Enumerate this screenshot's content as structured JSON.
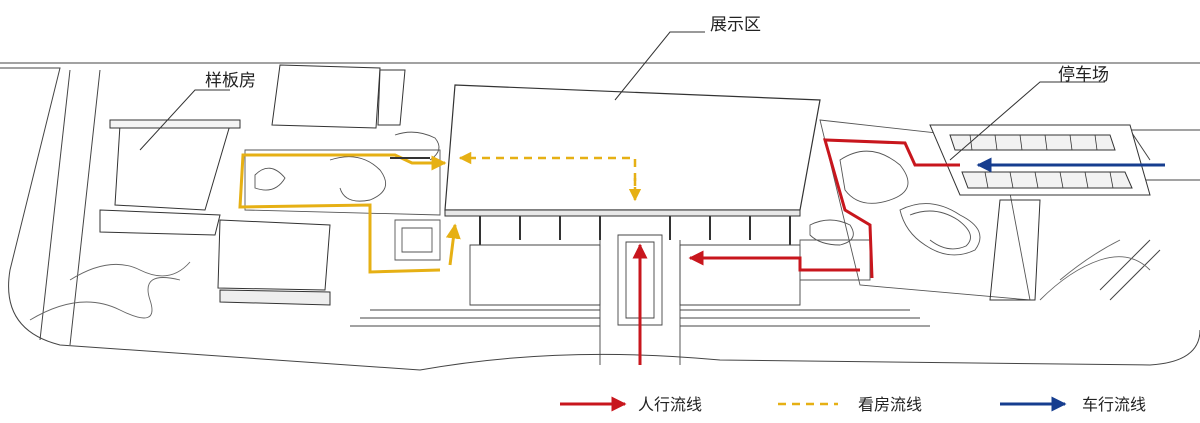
{
  "labels": {
    "exhibition": "展示区",
    "model_house": "样板房",
    "parking": "停车场"
  },
  "legend": {
    "pedestrian": "人行流线",
    "viewing": "看房流线",
    "vehicle": "车行流线"
  },
  "colors": {
    "pedestrian": "#c8161d",
    "viewing": "#e6b014",
    "vehicle": "#163d8f",
    "linework": "#333333"
  }
}
